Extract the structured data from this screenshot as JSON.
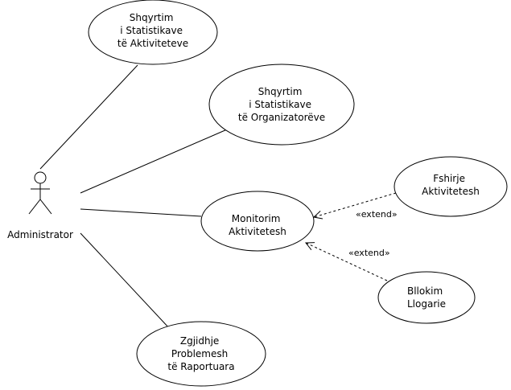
{
  "actor": {
    "name": "Administrator",
    "icon": "stick-figure-actor"
  },
  "use_cases": [
    {
      "id": "uc1",
      "lines": [
        "Shqyrtim",
        "i Statistikave",
        "të Aktiviteteve"
      ]
    },
    {
      "id": "uc2",
      "lines": [
        "Shqyrtim",
        "i Statistikave",
        "të Organizatorëve"
      ]
    },
    {
      "id": "uc3",
      "lines": [
        "Monitorim",
        "Aktivitetesh"
      ]
    },
    {
      "id": "uc4",
      "lines": [
        "Fshirje",
        "Aktivitetesh"
      ]
    },
    {
      "id": "uc5",
      "lines": [
        "Bllokim",
        "Llogarie"
      ]
    },
    {
      "id": "uc6",
      "lines": [
        "Zgjidhje",
        "Problemesh",
        "të Raportuara"
      ]
    }
  ],
  "associations": [
    {
      "from": "actor",
      "to": "uc1"
    },
    {
      "from": "actor",
      "to": "uc2"
    },
    {
      "from": "actor",
      "to": "uc3"
    },
    {
      "from": "actor",
      "to": "uc6"
    }
  ],
  "extends": [
    {
      "from": "uc4",
      "to": "uc3",
      "label": "«extend»"
    },
    {
      "from": "uc5",
      "to": "uc3",
      "label": "«extend»"
    }
  ],
  "colors": {
    "line": "#000000",
    "fill": "#ffffff"
  }
}
